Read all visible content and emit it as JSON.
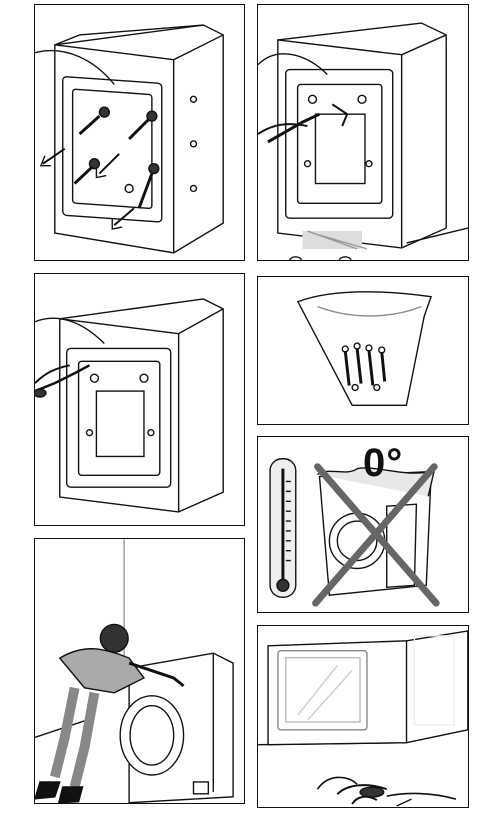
{
  "panels": {
    "temperature_warning": {
      "label": "0°"
    }
  },
  "icons": [
    "washing-machine-rear",
    "transit-bolt",
    "spanner",
    "plastic-bag",
    "thermometer",
    "prohibited-cross",
    "person-pushing",
    "adjustable-foot"
  ]
}
